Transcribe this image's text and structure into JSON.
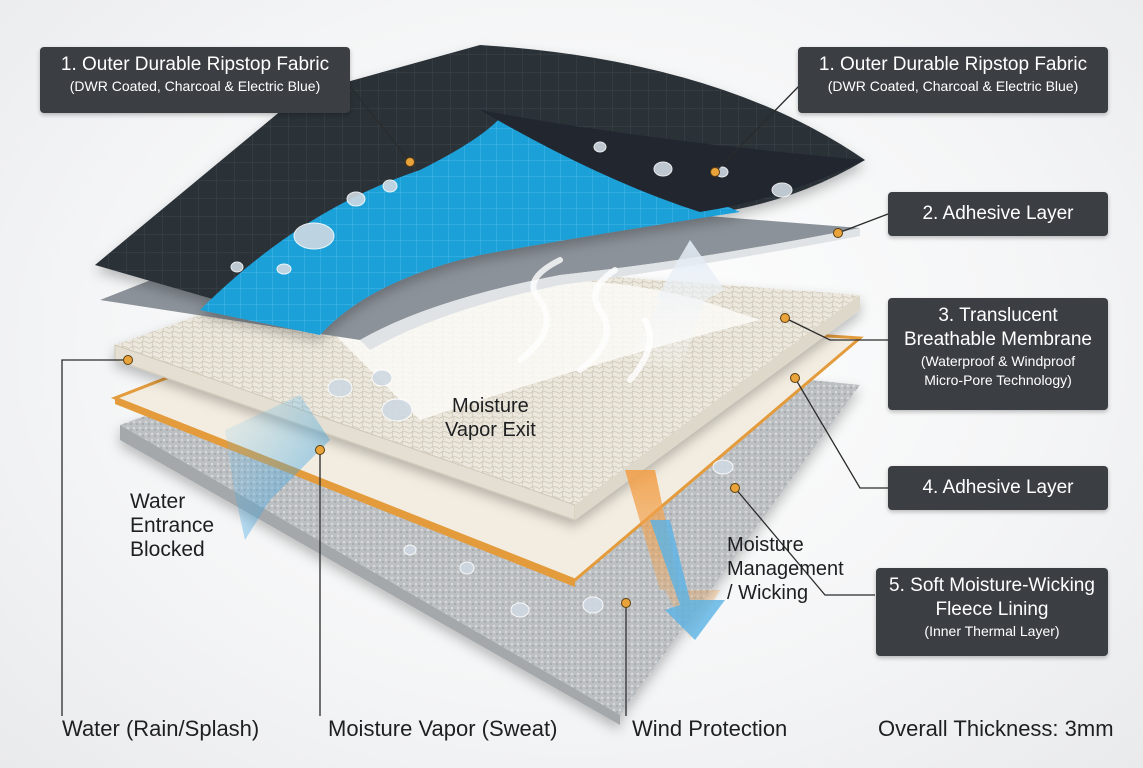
{
  "callouts": {
    "outer_left": {
      "title": "1. Outer Durable Ripstop Fabric",
      "subtitle": "(DWR Coated, Charcoal & Electric Blue)"
    },
    "outer_right": {
      "title": "1. Outer Durable Ripstop Fabric",
      "subtitle": "(DWR Coated, Charcoal & Electric Blue)"
    },
    "adhesive_1": {
      "title": "2. Adhesive Layer"
    },
    "membrane": {
      "title_line1": "3. Translucent",
      "title_line2": "Breathable Membrane",
      "subtitle_line1": "(Waterproof & Windproof",
      "subtitle_line2": "Micro-Pore Technology)"
    },
    "adhesive_2": {
      "title": "4. Adhesive Layer"
    },
    "fleece": {
      "title_line1": "5. Soft Moisture-Wicking",
      "title_line2": "Fleece Lining",
      "subtitle": "(Inner Thermal Layer)"
    }
  },
  "labels": {
    "moisture_vapor_exit": [
      "Moisture",
      "Vapor Exit"
    ],
    "water_entrance_blocked": [
      "Water",
      "Entrance",
      "Blocked"
    ],
    "moisture_management": [
      "Moisture",
      "Management",
      "/ Wicking"
    ]
  },
  "bottom": {
    "water": "Water (Rain/Splash)",
    "vapor": "Moisture Vapor (Sweat)",
    "wind": "Wind Protection",
    "thickness": "Overall Thickness: 3mm"
  },
  "colors": {
    "outer_fabric": "#2c3138",
    "electric_blue": "#1ea0d8",
    "adhesive_grey": "#7d858c",
    "membrane_white": "#f1efe8",
    "adhesive_orange": "#e39b3c",
    "fleece_grey": "#b9bcbf",
    "callout_bg": "#3b3f44",
    "leader_dot": "#e8a33a"
  }
}
